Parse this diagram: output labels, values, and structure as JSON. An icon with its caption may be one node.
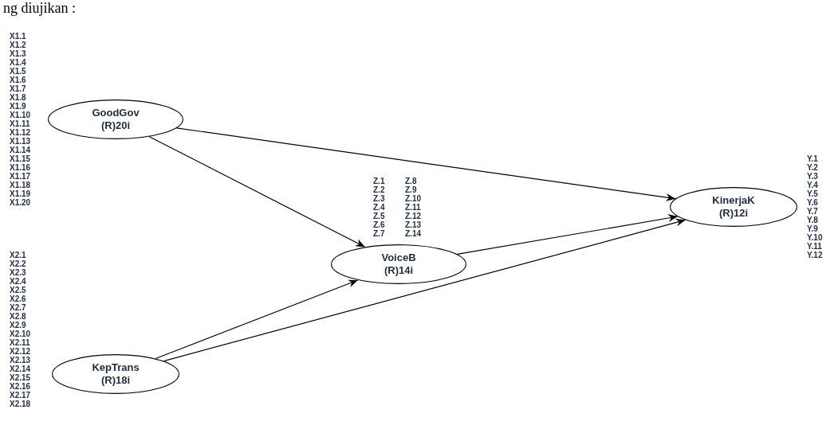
{
  "diagram": {
    "nodes": [
      {
        "text": [
          "GoodGov",
          "(R)20i"
        ],
        "beside": [
          "X1.1",
          "X1.2",
          "X1.3",
          "X1.4",
          "X1.5",
          "X1.6",
          "X1.7",
          "X1.8",
          "X1.9",
          "X1.10",
          "X1.11",
          "X1.12",
          "X1.13",
          "X1.14",
          "X1.15",
          "X1.16",
          "X1.17",
          "X1.18",
          "X1.19",
          "X1.20"
        ]
      },
      {
        "text": [
          "VoiceB",
          "(R)14i"
        ],
        "beside": [
          "Z.1",
          "Z.2",
          "Z.3",
          "Z.4",
          "Z.5",
          "Z.6",
          "Z.7",
          "Z.8",
          "Z.9",
          "Z.10",
          "Z.11",
          "Z.12",
          "Z.13",
          "Z.14"
        ]
      },
      {
        "text": [
          "KinerjaK",
          "(R)12i"
        ],
        "beside": [
          "Y.1",
          "Y.2",
          "Y.3",
          "Y.4",
          "Y.5",
          "Y.6",
          "Y.7",
          "Y.8",
          "Y.9",
          "Y.10",
          "Y.11",
          "Y.12"
        ]
      },
      {
        "text": [
          "KepTrans",
          "(R)18i"
        ],
        "beside": [
          "X2.1",
          "X2.2",
          "X2.3",
          "X2.4",
          "X2.5",
          "X2.6",
          "X2.7",
          "X2.8",
          "X2.9",
          "X2.10",
          "X2.11",
          "X2.12",
          "X2.13",
          "X2.14",
          "X2.15",
          "X2.16",
          "X2.17",
          "X2.18"
        ]
      }
    ],
    "edges": [
      {
        "from": 0,
        "to": 1,
        "arrow": "to"
      },
      {
        "from": 0,
        "to": 2,
        "arrow": "to"
      },
      {
        "from": 1,
        "to": 2,
        "arrow": "to"
      },
      {
        "from": 3,
        "to": 1,
        "arrow": "to"
      },
      {
        "from": 3,
        "to": 2,
        "arrow": "to"
      }
    ],
    "labels": [
      "ng diujikan :"
    ]
  }
}
